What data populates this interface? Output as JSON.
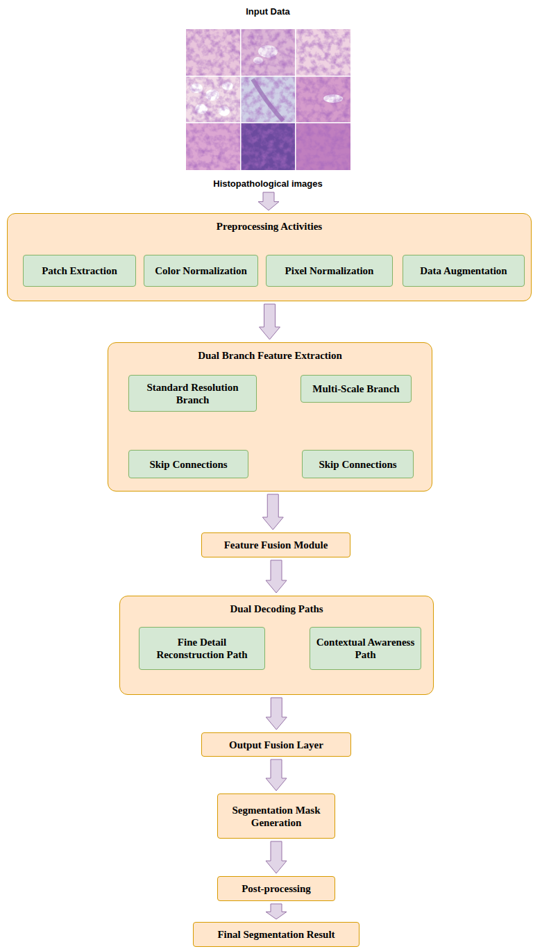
{
  "diagram": {
    "nodes": [
      {
        "text": [
          "Input Data",
          "Histopathological images"
        ]
      },
      {
        "text": [
          "Preprocessing Activities"
        ]
      },
      {
        "text": [
          "Patch Extraction"
        ],
        "in": 1
      },
      {
        "text": [
          "Color Normalization"
        ],
        "in": 1
      },
      {
        "text": [
          "Pixel Normalization"
        ],
        "in": 1
      },
      {
        "text": [
          "Data Augmentation"
        ],
        "in": 1
      },
      {
        "text": [
          "Dual Branch Feature Extraction"
        ]
      },
      {
        "text": [
          "Standard Resolution Branch"
        ],
        "in": 6
      },
      {
        "text": [
          "Skip Connections"
        ],
        "in": 6
      },
      {
        "text": [
          "Multi-Scale Branch"
        ],
        "in": 6
      },
      {
        "text": [
          "Skip Connections"
        ],
        "in": 6
      },
      {
        "text": [
          "Feature Fusion Module"
        ]
      },
      {
        "text": [
          "Dual Decoding Paths"
        ]
      },
      {
        "text": [
          "Fine Detail Reconstruction Path"
        ],
        "in": 12
      },
      {
        "text": [
          "Contextual Awareness Path"
        ],
        "in": 12
      },
      {
        "text": [
          "Output Fusion Layer"
        ]
      },
      {
        "text": [
          "Segmentation Mask Generation"
        ]
      },
      {
        "text": [
          "Post-processing"
        ]
      },
      {
        "text": [
          "Final Segmentation Result"
        ]
      }
    ],
    "edges": [
      {
        "from": 0,
        "to": 1,
        "arrow": "to"
      },
      {
        "from": 1,
        "to": 6,
        "arrow": "to"
      },
      {
        "from": 7,
        "to": 8,
        "arrow": "to"
      },
      {
        "from": 9,
        "to": 10,
        "arrow": "to"
      },
      {
        "from": 6,
        "to": 11,
        "arrow": "to"
      },
      {
        "from": 11,
        "to": 12,
        "arrow": "to"
      },
      {
        "from": 12,
        "to": 15,
        "arrow": "to"
      },
      {
        "from": 15,
        "to": 16,
        "arrow": "to"
      },
      {
        "from": 16,
        "to": 17,
        "arrow": "to"
      },
      {
        "from": 17,
        "to": 18,
        "arrow": "to"
      }
    ]
  }
}
